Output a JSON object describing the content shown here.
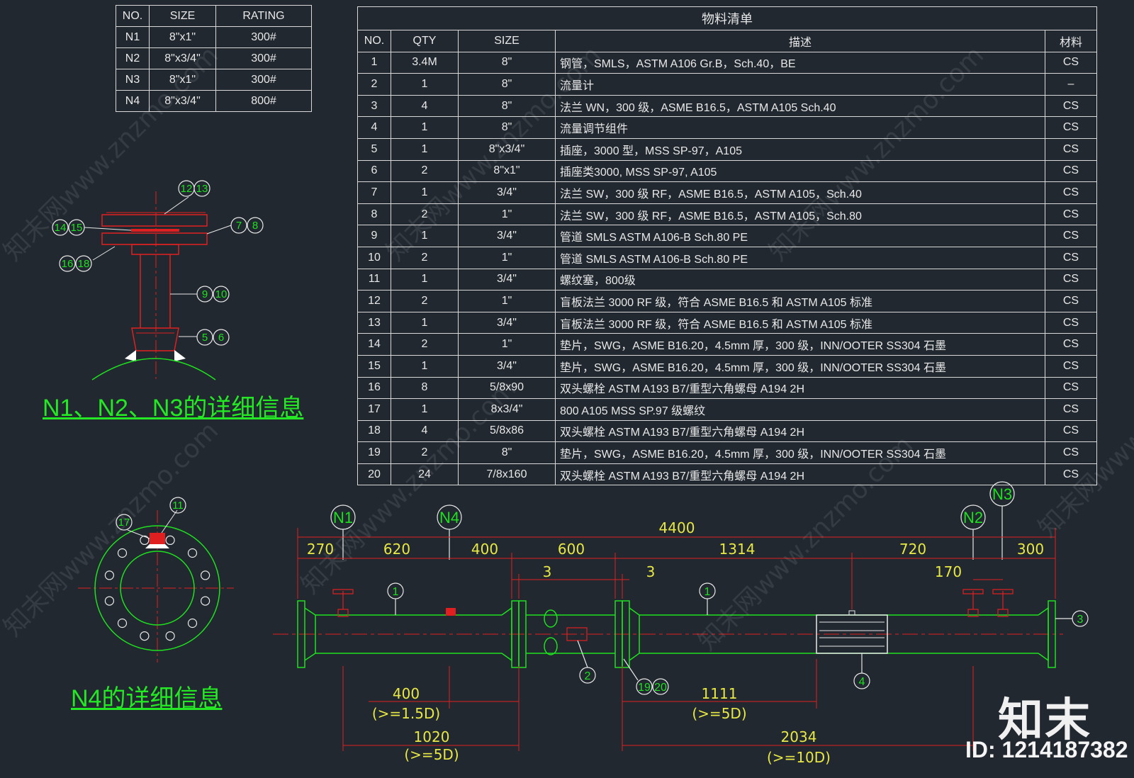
{
  "nozzle_table": {
    "headers": [
      "NO.",
      "SIZE",
      "RATING"
    ],
    "rows": [
      [
        "N1",
        "8\"x1\"",
        "300#"
      ],
      [
        "N2",
        "8\"x3/4\"",
        "300#"
      ],
      [
        "N3",
        "8\"x1\"",
        "300#"
      ],
      [
        "N4",
        "8\"x3/4\"",
        "800#"
      ]
    ]
  },
  "bom": {
    "title": "物料清单",
    "headers": [
      "NO.",
      "QTY",
      "SIZE",
      "描述",
      "材料"
    ],
    "rows": [
      [
        "1",
        "3.4M",
        "8\"",
        "钢管，SMLS，ASTM A106 Gr.B，Sch.40，BE",
        "CS"
      ],
      [
        "2",
        "1",
        "8\"",
        "流量计",
        "–"
      ],
      [
        "3",
        "4",
        "8\"",
        "法兰 WN，300 级，ASME B16.5，ASTM A105 Sch.40",
        "CS"
      ],
      [
        "4",
        "1",
        "8\"",
        "流量调节组件",
        "CS"
      ],
      [
        "5",
        "1",
        "8\"x3/4\"",
        "插座，3000 型，MSS SP-97，A105",
        "CS"
      ],
      [
        "6",
        "2",
        "8\"x1\"",
        "插座类3000, MSS SP-97, A105",
        "CS"
      ],
      [
        "7",
        "1",
        "3/4\"",
        "法兰 SW，300 级 RF，ASME B16.5，ASTM A105，Sch.40",
        "CS"
      ],
      [
        "8",
        "2",
        "1\"",
        "法兰 SW，300 级 RF，ASME B16.5，ASTM A105，Sch.80",
        "CS"
      ],
      [
        "9",
        "1",
        "3/4\"",
        "管道 SMLS ASTM A106-B Sch.80 PE",
        "CS"
      ],
      [
        "10",
        "2",
        "1\"",
        "管道 SMLS ASTM A106-B Sch.80 PE",
        "CS"
      ],
      [
        "11",
        "1",
        "3/4\"",
        "螺纹塞，800级",
        "CS"
      ],
      [
        "12",
        "2",
        "1\"",
        "盲板法兰 3000 RF 级，符合 ASME B16.5 和 ASTM A105 标准",
        "CS"
      ],
      [
        "13",
        "1",
        "3/4\"",
        "盲板法兰 3000 RF 级，符合 ASME B16.5 和 ASTM A105 标准",
        "CS"
      ],
      [
        "14",
        "2",
        "1\"",
        "垫片，SWG，ASME B16.20，4.5mm 厚，300 级，INN/OOTER SS304 石墨",
        "CS"
      ],
      [
        "15",
        "1",
        "3/4\"",
        "垫片，SWG，ASME B16.20，4.5mm 厚，300 级，INN/OOTER SS304 石墨",
        "CS"
      ],
      [
        "16",
        "8",
        "5/8x90",
        "双头螺栓 ASTM A193 B7/重型六角螺母 A194 2H",
        "CS"
      ],
      [
        "17",
        "1",
        "8x3/4\"",
        "800 A105 MSS SP.97 级螺纹",
        "CS"
      ],
      [
        "18",
        "4",
        "5/8x86",
        "双头螺栓 ASTM A193 B7/重型六角螺母 A194 2H",
        "CS"
      ],
      [
        "19",
        "2",
        "8\"",
        "垫片，SWG，ASME B16.20，4.5mm 厚，300 级，INN/OOTER SS304 石墨",
        "CS"
      ],
      [
        "20",
        "24",
        "7/8x160",
        "双头螺栓 ASTM A193 B7/重型六角螺母 A194 2H",
        "CS"
      ]
    ]
  },
  "detail_n123": {
    "title": "N1、N2、N3的详细信息",
    "callouts": [
      "12",
      "13",
      "14",
      "15",
      "7",
      "8",
      "16",
      "18",
      "9",
      "10",
      "5",
      "6"
    ]
  },
  "detail_n4": {
    "title": "N4的详细信息",
    "callouts": [
      "17",
      "11"
    ]
  },
  "main_view": {
    "nozzles": [
      "N1",
      "N4",
      "N2",
      "N3"
    ],
    "overall": "4400",
    "dims_top": [
      "270",
      "620",
      "400",
      "600",
      "1314",
      "720",
      "300"
    ],
    "dims_small": [
      "3",
      "3",
      "170"
    ],
    "dims_bottom": {
      "d400": "400",
      "d400_note": "(>=1.5D)",
      "d1020": "1020",
      "d1020_note": "(>=5D)",
      "d1111": "1111",
      "d1111_note": "(>=5D)",
      "d2034": "2034",
      "d2034_note": "(>=10D)"
    },
    "callouts": [
      "1",
      "1",
      "2",
      "3",
      "4",
      "19",
      "20"
    ]
  },
  "watermark": {
    "logo": "知末",
    "id": "ID: 1214187382",
    "text": "知末网www.znzmo.com"
  },
  "colors": {
    "background": "#212830",
    "pipe": "#1fe01f",
    "dimension": "#e8e845",
    "detail_red": "#e02020",
    "table_line": "#d8d8d8"
  }
}
